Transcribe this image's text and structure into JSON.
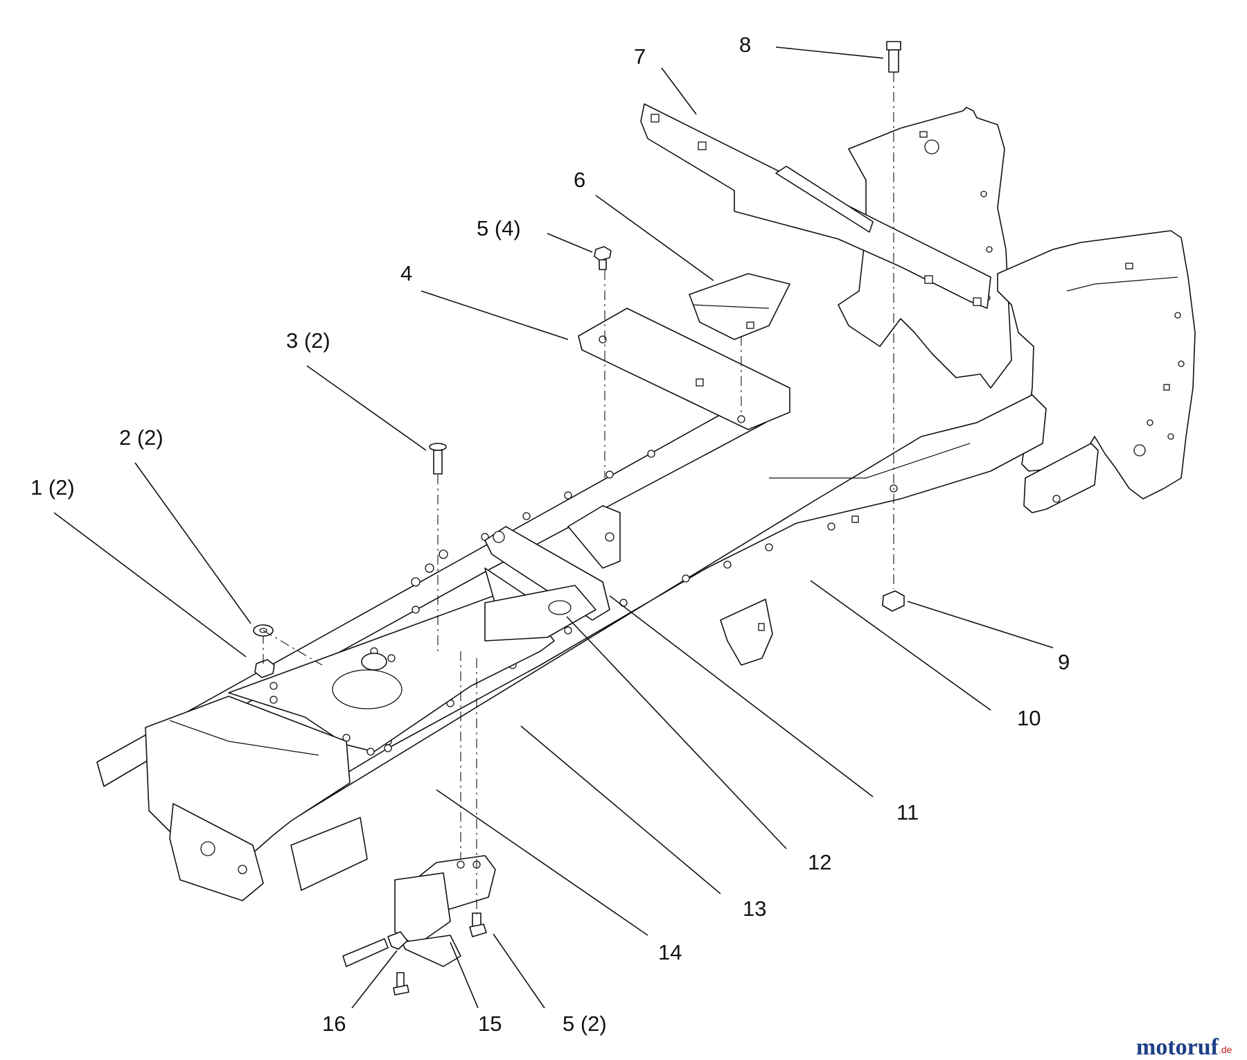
{
  "callouts": [
    {
      "id": "1",
      "label": "1 (2)"
    },
    {
      "id": "2",
      "label": "2 (2)"
    },
    {
      "id": "3",
      "label": "3 (2)"
    },
    {
      "id": "4",
      "label": "4"
    },
    {
      "id": "5a",
      "label": "5 (4)"
    },
    {
      "id": "6",
      "label": "6"
    },
    {
      "id": "7",
      "label": "7"
    },
    {
      "id": "8",
      "label": "8"
    },
    {
      "id": "9",
      "label": "9"
    },
    {
      "id": "10",
      "label": "10"
    },
    {
      "id": "11",
      "label": "11"
    },
    {
      "id": "12",
      "label": "12"
    },
    {
      "id": "13",
      "label": "13"
    },
    {
      "id": "14",
      "label": "14"
    },
    {
      "id": "15",
      "label": "15"
    },
    {
      "id": "16",
      "label": "16"
    },
    {
      "id": "5b",
      "label": "5 (2)"
    }
  ],
  "watermark": {
    "brand": "motoruf",
    "suffix": ".de"
  }
}
